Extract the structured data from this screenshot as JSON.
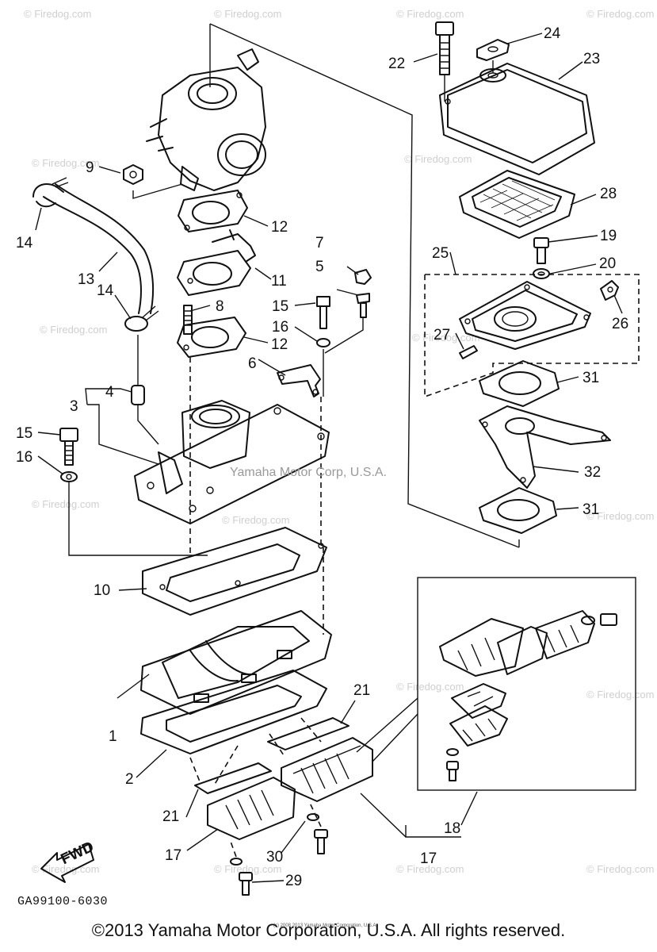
{
  "diagram_code": "GA99100-6030",
  "center_watermark": "Yamaha Motor Corp, U.S.A.",
  "watermark_text": "© Firedog.com",
  "fine_print": "(c) 2008 2013 Yamaha Motor Corporation, U.S.A.",
  "fwd_label": "FWD",
  "footer": "©2013 Yamaha Motor Corporation, U.S.A. All rights reserved.",
  "callouts": {
    "c1": "1",
    "c2": "2",
    "c3": "3",
    "c4": "4",
    "c5": "5",
    "c6": "6",
    "c7": "7",
    "c8": "8",
    "c9": "9",
    "c10": "10",
    "c11": "11",
    "c12a": "12",
    "c12b": "12",
    "c13": "13",
    "c14a": "14",
    "c14b": "14",
    "c15a": "15",
    "c15b": "15",
    "c16a": "16",
    "c16b": "16",
    "c17a": "17",
    "c17b": "17",
    "c18": "18",
    "c19": "19",
    "c20": "20",
    "c21a": "21",
    "c21b": "21",
    "c22": "22",
    "c23": "23",
    "c24": "24",
    "c25": "25",
    "c26": "26",
    "c27": "27",
    "c28": "28",
    "c29": "29",
    "c30": "30",
    "c31a": "31",
    "c31b": "31",
    "c32": "32"
  }
}
